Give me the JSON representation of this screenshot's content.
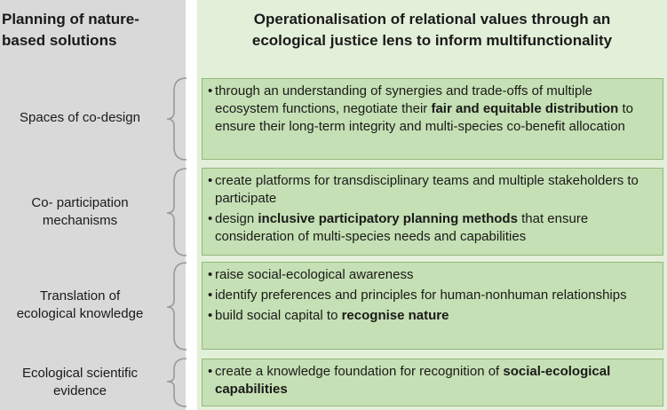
{
  "header": {
    "left": "Planning of nature-\nbased solutions",
    "right": "Operationalisation of relational values through an\necological justice lens to inform multifunctionality"
  },
  "rows": [
    {
      "label": "Spaces of co-design",
      "bullets": [
        {
          "segments": [
            {
              "text": "through an understanding of synergies and trade-offs of multiple ecosystem functions, negotiate their ",
              "bold": false
            },
            {
              "text": "fair and equitable distribution",
              "bold": true
            },
            {
              "text": " to ensure their long-term integrity and multi-species co-benefit allocation",
              "bold": false
            }
          ]
        }
      ]
    },
    {
      "label": "Co- participation\nmechanisms",
      "bullets": [
        {
          "segments": [
            {
              "text": "create platforms for transdisciplinary teams and multiple stakeholders to participate",
              "bold": false
            }
          ]
        },
        {
          "segments": [
            {
              "text": "design ",
              "bold": false
            },
            {
              "text": "inclusive participatory planning methods",
              "bold": true
            },
            {
              "text": " that ensure consideration of multi-species needs and capabilities",
              "bold": false
            }
          ]
        }
      ]
    },
    {
      "label": "Translation of\necological knowledge",
      "bullets": [
        {
          "segments": [
            {
              "text": "raise social-ecological awareness",
              "bold": false
            }
          ]
        },
        {
          "segments": [
            {
              "text": "identify preferences and principles for human-nonhuman relationships",
              "bold": false
            }
          ]
        },
        {
          "segments": [
            {
              "text": "build social capital to ",
              "bold": false
            },
            {
              "text": "recognise nature",
              "bold": true
            }
          ]
        }
      ]
    },
    {
      "label": "Ecological scientific\nevidence",
      "bullets": [
        {
          "segments": [
            {
              "text": "create a knowledge foundation for recognition of ",
              "bold": false
            },
            {
              "text": "social-ecological capabilities",
              "bold": true
            }
          ]
        }
      ]
    }
  ]
}
